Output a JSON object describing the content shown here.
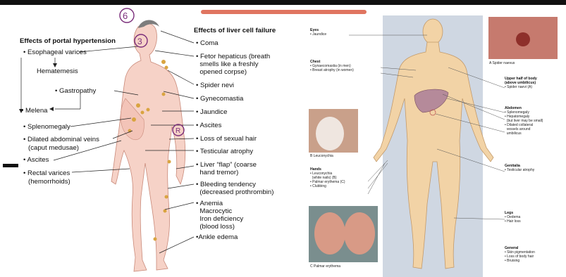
{
  "left": {
    "title_portal": "Effects of portal hypertension",
    "title_liver": "Effects of liver cell failure",
    "portal_items": {
      "esophageal": "Esophageal varices",
      "hematemesis": "Hematemesis",
      "gastropathy": "Gastropathy",
      "melena": "Melena",
      "splenomegaly": "Splenomegaly",
      "dilated_veins_1": "Dilated abdominal veins",
      "dilated_veins_2": "(caput medusae)",
      "ascites": "Ascites",
      "rectal_1": "Rectal varices",
      "rectal_2": "(hemorrhoids)"
    },
    "liver_items": [
      {
        "lines": [
          "Coma"
        ]
      },
      {
        "lines": [
          "Fetor hepaticus (breath",
          "smells like a freshly",
          "opened corpse)"
        ]
      },
      {
        "lines": [
          "Spider nevi"
        ]
      },
      {
        "lines": [
          "Gynecomastia"
        ]
      },
      {
        "lines": [
          "Jaundice"
        ]
      },
      {
        "lines": [
          "Ascites"
        ]
      },
      {
        "lines": [
          "Loss of sexual hair"
        ]
      },
      {
        "lines": [
          "Testicular atrophy"
        ]
      },
      {
        "lines": [
          "Liver “flap” (coarse",
          "hand tremor)"
        ]
      },
      {
        "lines": [
          "Bleeding tendency",
          "(decreased prothrombin)"
        ]
      },
      {
        "lines": [
          "Anemia",
          "Macrocytic",
          "Iron deficiency",
          "(blood loss)"
        ]
      },
      {
        "lines": [
          "Ankle edema"
        ]
      }
    ],
    "annotations": [
      "6",
      "3",
      "R"
    ]
  },
  "right": {
    "eyes": {
      "title": "Eyes",
      "items": [
        "Jaundice"
      ]
    },
    "chest": {
      "title": "Chest",
      "items": [
        "Gynaecomastia (in men)",
        "Breast atrophy (in women)"
      ]
    },
    "hands": {
      "title": "Hands",
      "items": [
        "Leuconychia",
        "(white nails) (B)",
        "Palmar erythema (C)",
        "Clubbing"
      ]
    },
    "upper": {
      "title_1": "Upper half of body",
      "title_2": "(above umbilicus)",
      "items": [
        "Spider naevi (A)"
      ]
    },
    "abdomen": {
      "title": "Abdomen",
      "items": [
        "Splenomegaly",
        "Hepatomegaly",
        "(but liver may be small)",
        "Dilated collateral",
        "vessels around",
        "umbilicus"
      ]
    },
    "genitalia": {
      "title": "Genitalia",
      "items": [
        "Testicular atrophy"
      ]
    },
    "legs": {
      "title": "Legs",
      "items": [
        "Oedema",
        "Hair loss"
      ]
    },
    "general": {
      "title": "General",
      "items": [
        "Skin pigmentation",
        "Loss of body hair",
        "Bruising"
      ]
    },
    "captions": {
      "a": "A  Spider naevus",
      "b": "B  Leuconychia",
      "c": "C  Palmar erythema"
    }
  },
  "colors": {
    "skin_left": "#f6d2c7",
    "skin_right": "#f2d3a6",
    "panel": "#cfd7e2",
    "annotation": "#7a2d7a",
    "highlight": "#e07560"
  }
}
